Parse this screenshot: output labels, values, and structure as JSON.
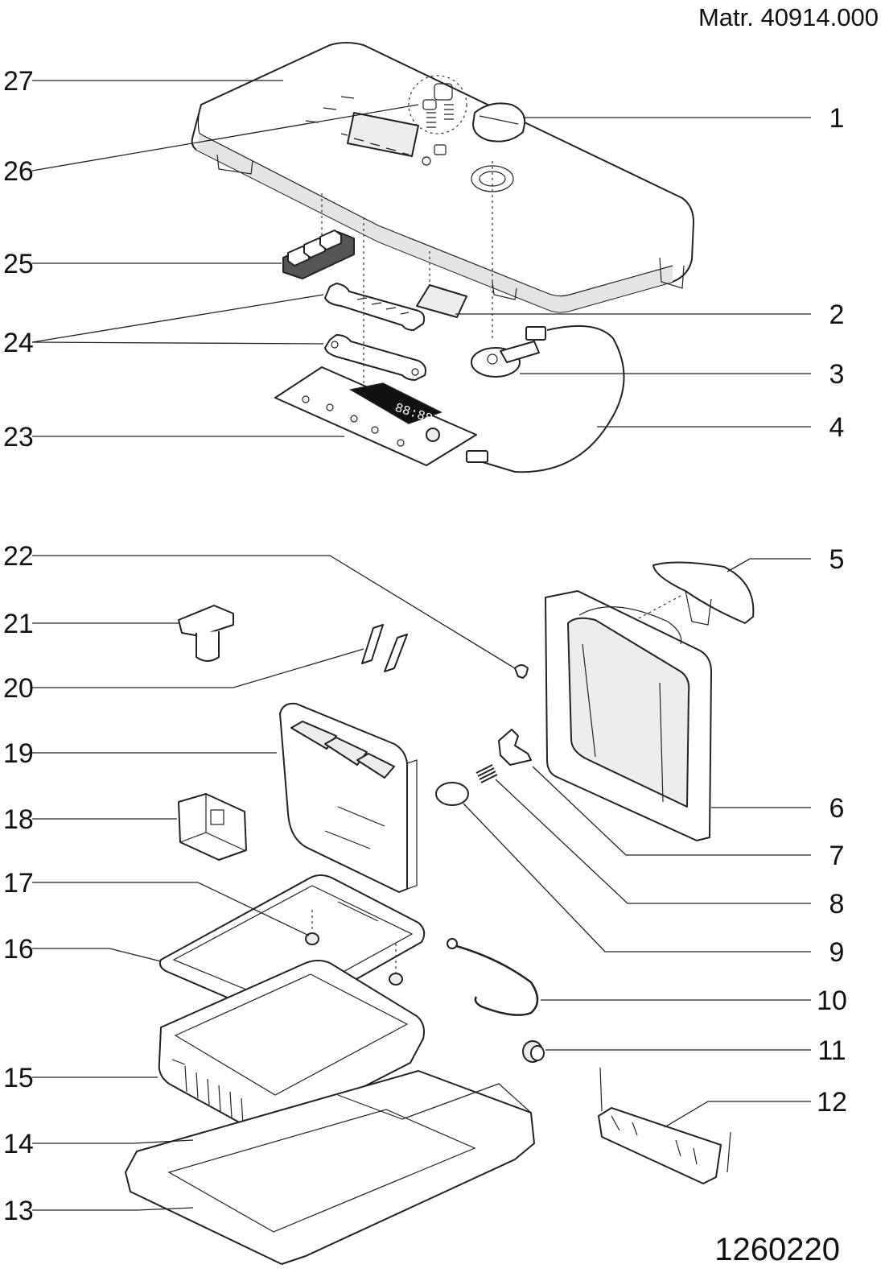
{
  "header": {
    "material_number": "Matr. 40914.000"
  },
  "footer": {
    "drawing_code": "1260220"
  },
  "callouts": [
    {
      "id": "27",
      "label": "27"
    },
    {
      "id": "26",
      "label": "26"
    },
    {
      "id": "25",
      "label": "25"
    },
    {
      "id": "24",
      "label": "24"
    },
    {
      "id": "23",
      "label": "23"
    },
    {
      "id": "22",
      "label": "22"
    },
    {
      "id": "21",
      "label": "21"
    },
    {
      "id": "20",
      "label": "20"
    },
    {
      "id": "19",
      "label": "19"
    },
    {
      "id": "18",
      "label": "18"
    },
    {
      "id": "17",
      "label": "17"
    },
    {
      "id": "16",
      "label": "16"
    },
    {
      "id": "15",
      "label": "15"
    },
    {
      "id": "14",
      "label": "14"
    },
    {
      "id": "13",
      "label": "13"
    },
    {
      "id": "1",
      "label": "1"
    },
    {
      "id": "2",
      "label": "2"
    },
    {
      "id": "3",
      "label": "3"
    },
    {
      "id": "4",
      "label": "4"
    },
    {
      "id": "5",
      "label": "5"
    },
    {
      "id": "6",
      "label": "6"
    },
    {
      "id": "7",
      "label": "7"
    },
    {
      "id": "8",
      "label": "8"
    },
    {
      "id": "9",
      "label": "9"
    },
    {
      "id": "10",
      "label": "10"
    },
    {
      "id": "11",
      "label": "11"
    },
    {
      "id": "12",
      "label": "12"
    }
  ],
  "display_readout": "88:88"
}
